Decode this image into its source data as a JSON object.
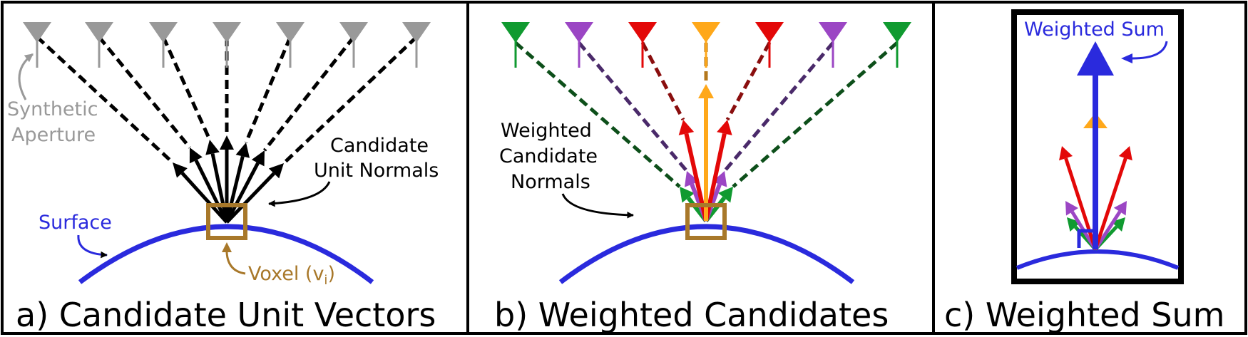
{
  "colors": {
    "black": "#000000",
    "gray": "#999999",
    "blue": "#2a2add",
    "brown": "#a8782a",
    "green": "#109a30",
    "dark_green": "#0d4f1a",
    "purple": "#9b46c4",
    "dark_purple": "#4a2a6a",
    "red": "#e30808",
    "dark_red": "#8a0e0e",
    "orange": "#ffa81a",
    "dark_orange": "#b4781e"
  },
  "panel_a": {
    "caption": "a) Candidate Unit Vectors",
    "label_synthetic_line1": "Synthetic",
    "label_synthetic_line2": "Aperture",
    "label_candidate_line1": "Candidate",
    "label_candidate_line2": "Unit Normals",
    "label_surface": "Surface",
    "label_voxel": "Voxel (v",
    "label_voxel_sub": "i",
    "label_voxel_close": ")"
  },
  "panel_b": {
    "caption": "b) Weighted Candidates",
    "label_line1": "Weighted",
    "label_line2": "Candidate",
    "label_line3": "Normals"
  },
  "panel_c": {
    "caption": "c) Weighted Sum",
    "label_sum": "Weighted Sum"
  }
}
